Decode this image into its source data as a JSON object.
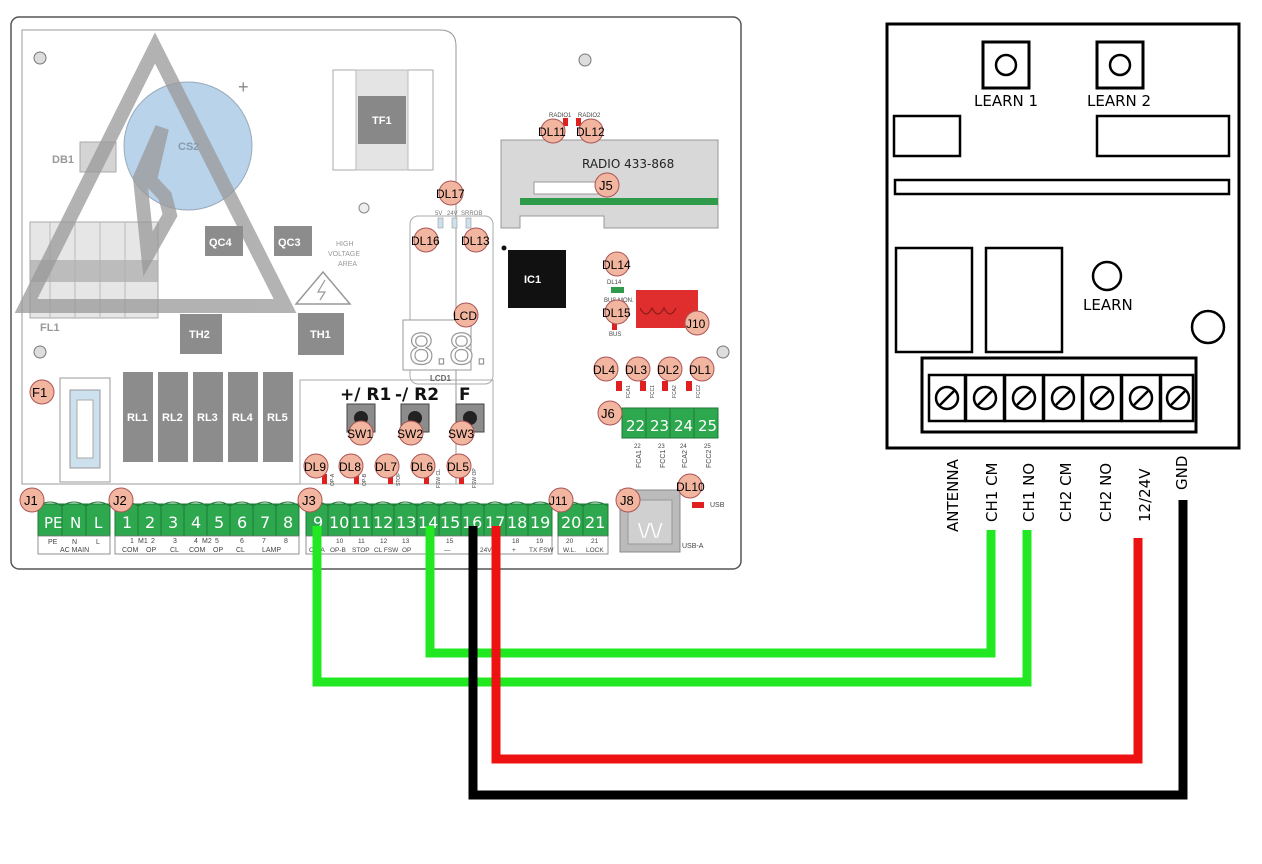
{
  "board": {
    "db1": "DB1",
    "cs2": "CS2",
    "tf1": "TF1",
    "fl1": "FL1",
    "qc4": "QC4",
    "qc3": "QC3",
    "th2": "TH2",
    "th1": "TH1",
    "hv_line1": "HIGH",
    "hv_line2": "VOLTAGE",
    "hv_line3": "AREA",
    "relays": [
      "RL1",
      "RL2",
      "RL3",
      "RL4",
      "RL5"
    ],
    "f1": "F1",
    "ic1": "IC1",
    "lcd": "LCD",
    "lcd_label": "LCD1",
    "lcd_digits": "8.8.",
    "radio_label": "RADIO 433-868",
    "j5": "J5",
    "dl11": "DL11",
    "dl12": "DL12",
    "radio1": "RADIO1",
    "radio2": "RADIO2",
    "dl17": "DL17",
    "dl16": "DL16",
    "dl13": "DL13",
    "v5": "5V",
    "v24": "24V",
    "srrob": "SRROB",
    "dl14": "DL14",
    "dl14_small": "DL14",
    "bus_mon": "BUS MON.",
    "dl15": "DL15",
    "bus": "BUS",
    "j10": "J10",
    "dl4": "DL4",
    "dl3": "DL3",
    "dl2": "DL2",
    "dl1": "DL1",
    "fc_small": [
      "FCA1",
      "FCC1",
      "FCA2",
      "FCC2"
    ],
    "j6": "J6",
    "j6_terms": [
      "22",
      "23",
      "24",
      "25"
    ],
    "j6_nums": [
      "22",
      "23",
      "24",
      "25"
    ],
    "j6_names": [
      "FCA1",
      "FCC1",
      "FCA2",
      "FCC2"
    ],
    "btn1_label": "+/ R1",
    "btn2_label": "-/ R2",
    "btn3_label": "F",
    "sw1": "SW1",
    "sw2": "SW2",
    "sw3": "SW3",
    "dl9": "DL9",
    "dl8": "DL8",
    "dl7": "DL7",
    "dl6": "DL6",
    "dl5": "DL5",
    "dl10": "DL10",
    "led_small": [
      "OP-A",
      "OP-B",
      "STOP",
      "FSW CL",
      "FSW OP"
    ],
    "j1": "J1",
    "j2": "J2",
    "j3": "J3",
    "j11": "J11",
    "j8": "J8",
    "j1_terms": [
      "PE",
      "N",
      "L"
    ],
    "j2_terms": [
      "1",
      "2",
      "3",
      "4",
      "5",
      "6",
      "7",
      "8"
    ],
    "j3_terms": [
      "9",
      "10",
      "11",
      "12",
      "13",
      "14",
      "15",
      "16",
      "17",
      "18",
      "19"
    ],
    "j11_terms": [
      "20",
      "21"
    ],
    "j1_sub_nums": [
      "PE",
      "N",
      "L"
    ],
    "j1_sub": "AC MAIN",
    "m1": "M1",
    "m2": "M2",
    "j2_sub_nums": [
      "1",
      "2",
      "3",
      "4",
      "5",
      "6",
      "7",
      "8"
    ],
    "j2_sub_names": [
      "COM",
      "OP",
      "CL",
      "COM",
      "OP",
      "CL",
      "LAMP"
    ],
    "j3_sub_nums": [
      "9",
      "10",
      "11",
      "12",
      "13",
      "14",
      "15",
      "16",
      "17",
      "18",
      "19"
    ],
    "j3_sub_names": [
      "OP-A",
      "OP-B",
      "STOP",
      "CL FSW",
      "OP",
      "—",
      "—",
      "—",
      "24V",
      "+",
      "TX FSW"
    ],
    "j11_sub_nums": [
      "20",
      "21"
    ],
    "j11_sub_names": [
      "W.L.",
      "LOCK"
    ],
    "usb": "USB",
    "usb_a": "USB-A"
  },
  "receiver": {
    "learn1": "LEARN 1",
    "learn2": "LEARN 2",
    "learn": "LEARN",
    "terminals": [
      "ANTENNA",
      "CH1 CM",
      "CH1 NO",
      "CH2 CM",
      "CH2 NO",
      "12/24V",
      "GND"
    ]
  },
  "wires": [
    {
      "from": "J3 terminal 9",
      "to": "CH1 NO",
      "color": "#22e822"
    },
    {
      "from": "J3 terminal 14",
      "to": "CH1 CM",
      "color": "#22e822"
    },
    {
      "from": "J3 terminal 16",
      "to": "GND",
      "color": "#000000"
    },
    {
      "from": "J3 terminal 17",
      "to": "12/24V",
      "color": "#ee1111"
    }
  ],
  "colors": {
    "terminal_green": "#2ea84f",
    "badge_fill": "#f2b6a0",
    "led_red": "#e02020",
    "wire_green": "#22e822",
    "wire_red": "#ee1111"
  }
}
